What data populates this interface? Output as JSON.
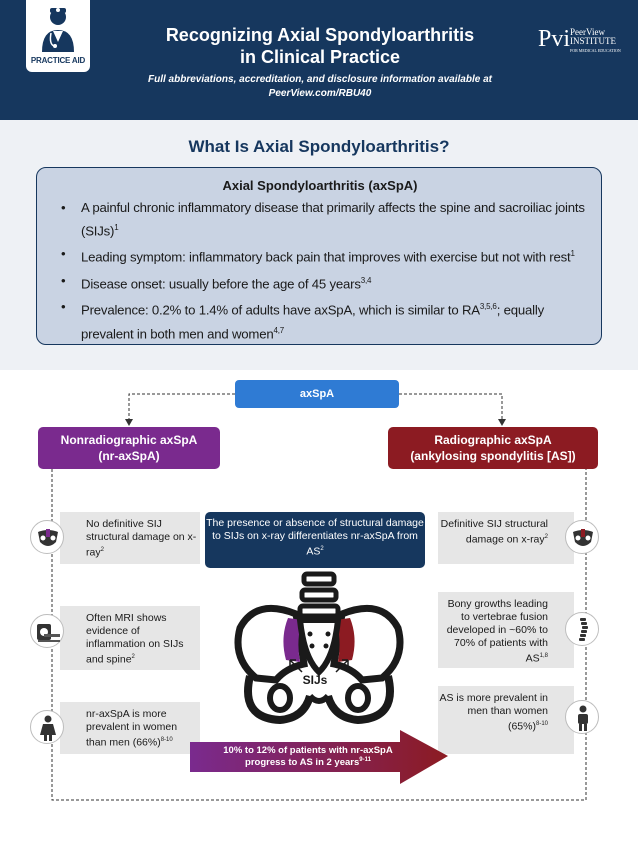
{
  "header": {
    "badge_label": "PRACTICE AID",
    "title_line1": "Recognizing Axial Spondyloarthritis",
    "title_line2": "in Clinical Practice",
    "subline1": "Full abbreviations, accreditation, and disclosure information available at",
    "subline2": "PeerView.com/RBU40",
    "logo_mark": "Pvi",
    "logo_line1": "PeerView",
    "logo_line2": "INSTITUTE",
    "logo_line3": "FOR MEDICAL EDUCATION"
  },
  "section_title": "What Is Axial Spondyloarthritis?",
  "definition": {
    "title": "Axial Spondyloarthritis (axSpA)",
    "b1_text": "A painful chronic inflammatory disease that primarily affects the spine and sacroiliac joints (SIJs)",
    "b1_ref": "1",
    "b2_text": "Leading symptom: inflammatory back pain that improves with exercise but not with rest",
    "b2_ref": "1",
    "b3_text": "Disease onset: usually before the age of 45 years",
    "b3_ref": "3,4",
    "b4_text_a": "Prevalence: 0.2% to 1.4% of adults have axSpA, which is similar to RA",
    "b4_ref_a": "3,5,6",
    "b4_text_b": "; equally prevalent in both men and women",
    "b4_ref_b": "4,7"
  },
  "tree": {
    "root": "axSpA",
    "left_line1": "Nonradiographic axSpA",
    "left_line2": "(nr-axSpA)",
    "right_line1": "Radiographic axSpA",
    "right_line2": "(ankylosing spondylitis [AS])"
  },
  "left_facts": {
    "f1_text": "No definitive SIJ structural damage on x-ray",
    "f1_ref": "2",
    "f2_text": "Often MRI shows evidence of inflammation on SIJs and spine",
    "f2_ref": "2",
    "f3_text": "nr-axSpA is more prevalent in women than men (66%)",
    "f3_ref": "8-10"
  },
  "right_facts": {
    "f1_text": "Definitive SIJ structural damage on x-ray",
    "f1_ref": "2",
    "f2_text": "Bony growths leading to vertebrae fusion developed in ~60% to 70% of patients with AS",
    "f2_ref": "1,8",
    "f3_text": "AS is more prevalent in men than women (65%)",
    "f3_ref": "8-10"
  },
  "center_note": {
    "text": "The presence or absence of structural damage to SIJs on x-ray differentiates nr-axSpA from AS",
    "ref": "2"
  },
  "sijs_label": "SIJs",
  "progression": {
    "line1": "10% to 12% of patients with nr-axSpA",
    "line2": "progress to AS in 2 years",
    "ref": "9-11"
  },
  "colors": {
    "navy": "#16375e",
    "blue": "#2f7bd4",
    "purple": "#7a2a8e",
    "maroon": "#8c1b22",
    "panel": "#c9d3e3",
    "fact_bg": "#e6e6e6"
  },
  "icons": [
    "doctor-icon",
    "pelvis-xray-icon",
    "mri-scanner-icon",
    "woman-icon",
    "spine-icon",
    "man-icon"
  ]
}
